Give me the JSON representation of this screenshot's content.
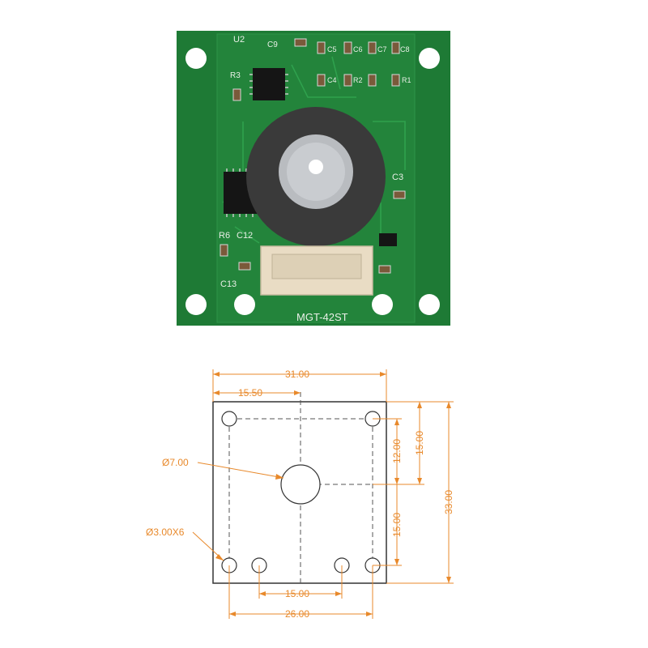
{
  "photo": {
    "board_label": "MGT-42ST",
    "silkscreen_labels": [
      "U2",
      "C9",
      "C5",
      "C6",
      "C7",
      "C8",
      "C4",
      "R3",
      "R2",
      "R1",
      "C3",
      "R6",
      "C12",
      "C13"
    ],
    "colors": {
      "board": "#1e7a35",
      "board_dark": "#14602a",
      "magnet": "#3a3a3a",
      "metal": "#b9bcc0",
      "connector": "#e9dcc4"
    }
  },
  "drawing": {
    "dimensions": {
      "overall_width": "31.00",
      "half_width": "15.50",
      "overall_height": "33.00",
      "upper_hole_spacing": "15.00",
      "upper_offset": "12.00",
      "lower_offset": "15.00",
      "bottom_inner_spacing": "15.00",
      "bottom_outer_spacing": "26.00"
    },
    "callouts": {
      "center_hole": "Ø7.00",
      "mount_holes": "Ø3.00X6"
    },
    "colors": {
      "outline": "#333333",
      "dimension": "#e8892b"
    }
  }
}
